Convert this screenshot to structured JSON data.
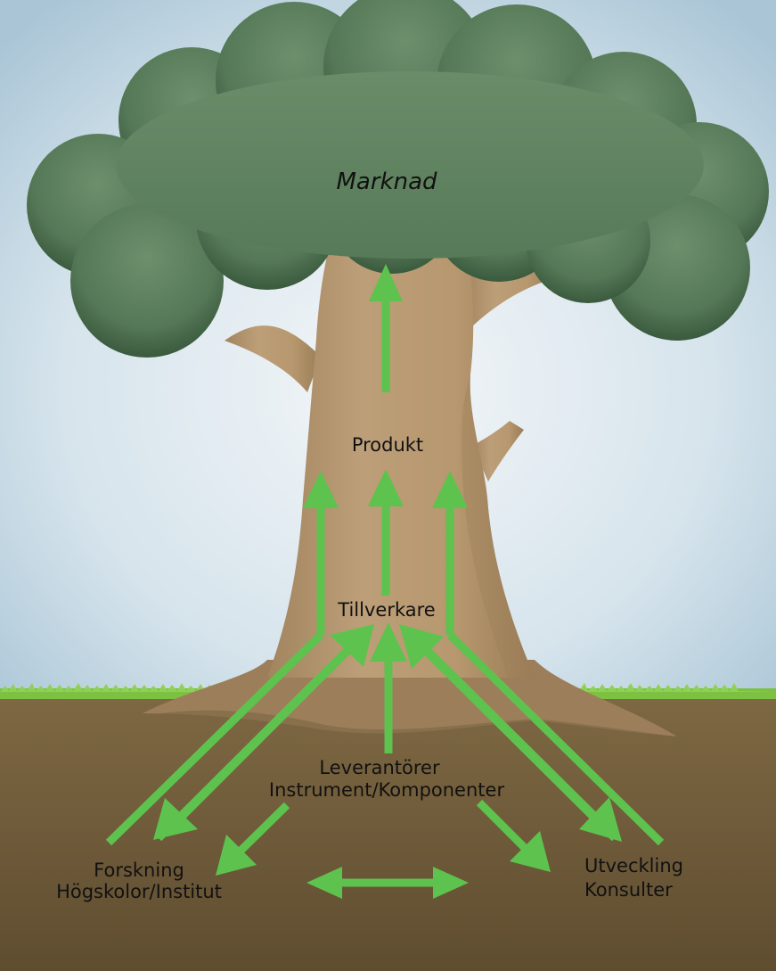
{
  "labels": {
    "market": "Marknad",
    "product": "Produkt",
    "manufacturer": "Tillverkare",
    "supplier_line1": "Leverantörer",
    "supplier_line2": "Instrument/Komponenter",
    "research_line1": "Forskning",
    "research_line2": "Högskolor/Institut",
    "development_line1": "Utveckling",
    "development_line2": "Konsulter"
  },
  "colors": {
    "sky_top": "#a9c5d6",
    "sky_center": "#eef3f6",
    "canopy": "#5f8260",
    "canopy_dark": "#3a5a3d",
    "trunk": "#b89a74",
    "grass": "#7cc142",
    "soil": "#7a6440",
    "arrow": "#5ec24e",
    "text": "#111111"
  }
}
